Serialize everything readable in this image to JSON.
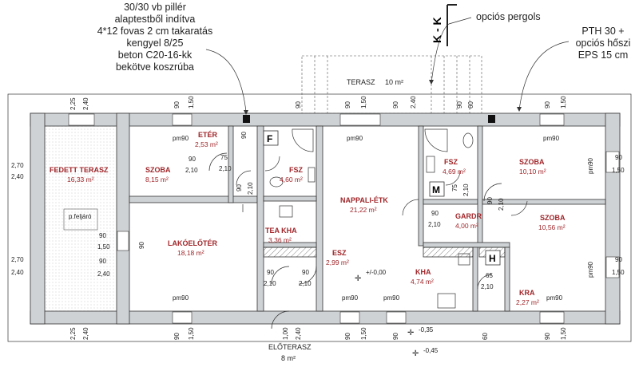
{
  "notes": {
    "pillar": [
      "30/30 vb pillér",
      "alaptestből indítva",
      "4*12 fovas 2 cm takaratás",
      "kengyel 8/25",
      "beton C20-16-kk",
      "bekötve koszrúba"
    ],
    "section_mark": "K - K",
    "pergola": "opciós pergols",
    "insulation": [
      "PTH 30 +",
      "opciós hőszi",
      "EPS 15 cm"
    ]
  },
  "rooms": [
    {
      "id": "fedett-terasz",
      "name": "FEDETT TERASZ",
      "area": "16,33 m²"
    },
    {
      "id": "eter",
      "name": "ETÉR",
      "area": "2,53 m²"
    },
    {
      "id": "szoba1",
      "name": "SZOBA",
      "area": "8,15 m²"
    },
    {
      "id": "fsz1",
      "name": "FSZ",
      "area": "4,60 m²"
    },
    {
      "id": "nappali",
      "name": "NAPPALI-ÉTK",
      "area": "21,22 m²"
    },
    {
      "id": "fsz2",
      "name": "FSZ",
      "area": "4,69 m²"
    },
    {
      "id": "szoba2",
      "name": "SZOBA",
      "area": "10,10 m²"
    },
    {
      "id": "gardr",
      "name": "GARDR",
      "area": "4,00 m²"
    },
    {
      "id": "szoba3",
      "name": "SZOBA",
      "area": "10,56 m²"
    },
    {
      "id": "lakoeloter",
      "name": "LAKÓELŐTÉR",
      "area": "18,18 m²"
    },
    {
      "id": "teakha",
      "name": "TEA KHA",
      "area": "3,36 m²"
    },
    {
      "id": "esz",
      "name": "ESZ",
      "area": "2,99 m²"
    },
    {
      "id": "kha",
      "name": "KHA",
      "area": "4,74 m²"
    },
    {
      "id": "kra",
      "name": "KRA",
      "area": "2,27 m²"
    },
    {
      "id": "terasz",
      "name": "TERASZ",
      "area": "10 m²"
    },
    {
      "id": "eloterasz",
      "name": "ELŐTERASZ",
      "area": "8 m²"
    }
  ],
  "labels": {
    "f": "F",
    "m": "M",
    "h": "H",
    "pfeljaro": "p.feljáró",
    "level0": "+/-0,00",
    "level1": "-0,35",
    "level2": "-0,45",
    "pm90": "pm90"
  },
  "dims": {
    "d225": "2,25",
    "d240": "2,40",
    "d150": "1,50",
    "d90": "90",
    "d210": "2,10",
    "d270": "2,70",
    "d75": "75",
    "d60": "60",
    "d100": "1,00",
    "d65": "65"
  }
}
